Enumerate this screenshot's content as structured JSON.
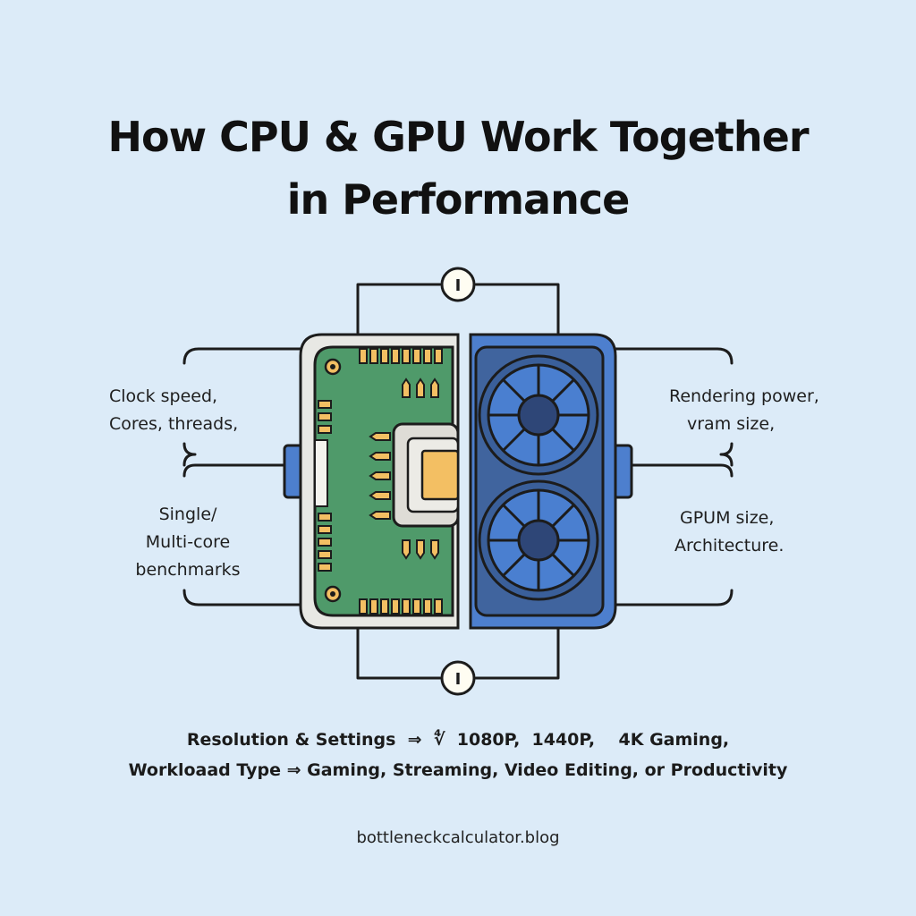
{
  "title": {
    "line1": "How CPU & GPU Work Together",
    "line2": "in Performance"
  },
  "cpu_specs": {
    "top": [
      "Clock speed,",
      "Cores, threads,"
    ],
    "bottom": [
      "Single/",
      "Multi-core",
      "benchmarks"
    ]
  },
  "gpu_specs": {
    "top": [
      "Rendering power,",
      "vram size,"
    ],
    "bottom": [
      "GPUM size,",
      "Architecture."
    ]
  },
  "connectors": {
    "top_label": "I",
    "bottom_label": "I"
  },
  "bottom_rows": {
    "row1_label": "Resolution & Settings",
    "row1_arrow": "⇒",
    "row1_symbol": "∜",
    "row1_values": "1080P,  1440P,    4K Gaming,",
    "row2_label": "Workloaad Type",
    "row2_arrow": "⇒",
    "row2_values": "Gaming, Streaming, Video Editing, or Productivity"
  },
  "footer": {
    "site": "bottleneckcalculator.blog"
  },
  "colors": {
    "background": "#dcebf8",
    "cpu_board": "#4f9a6a",
    "cpu_frame": "#e8e8e4",
    "gold": "#f3bf63",
    "gpu_body": "#40649e",
    "gpu_frame": "#4d7fce",
    "fan_blue": "#4a7fd0",
    "outline": "#1c1c1c"
  },
  "icons": [
    "cpu-chip-icon",
    "gpu-fan-icon",
    "connector-node-icon"
  ]
}
